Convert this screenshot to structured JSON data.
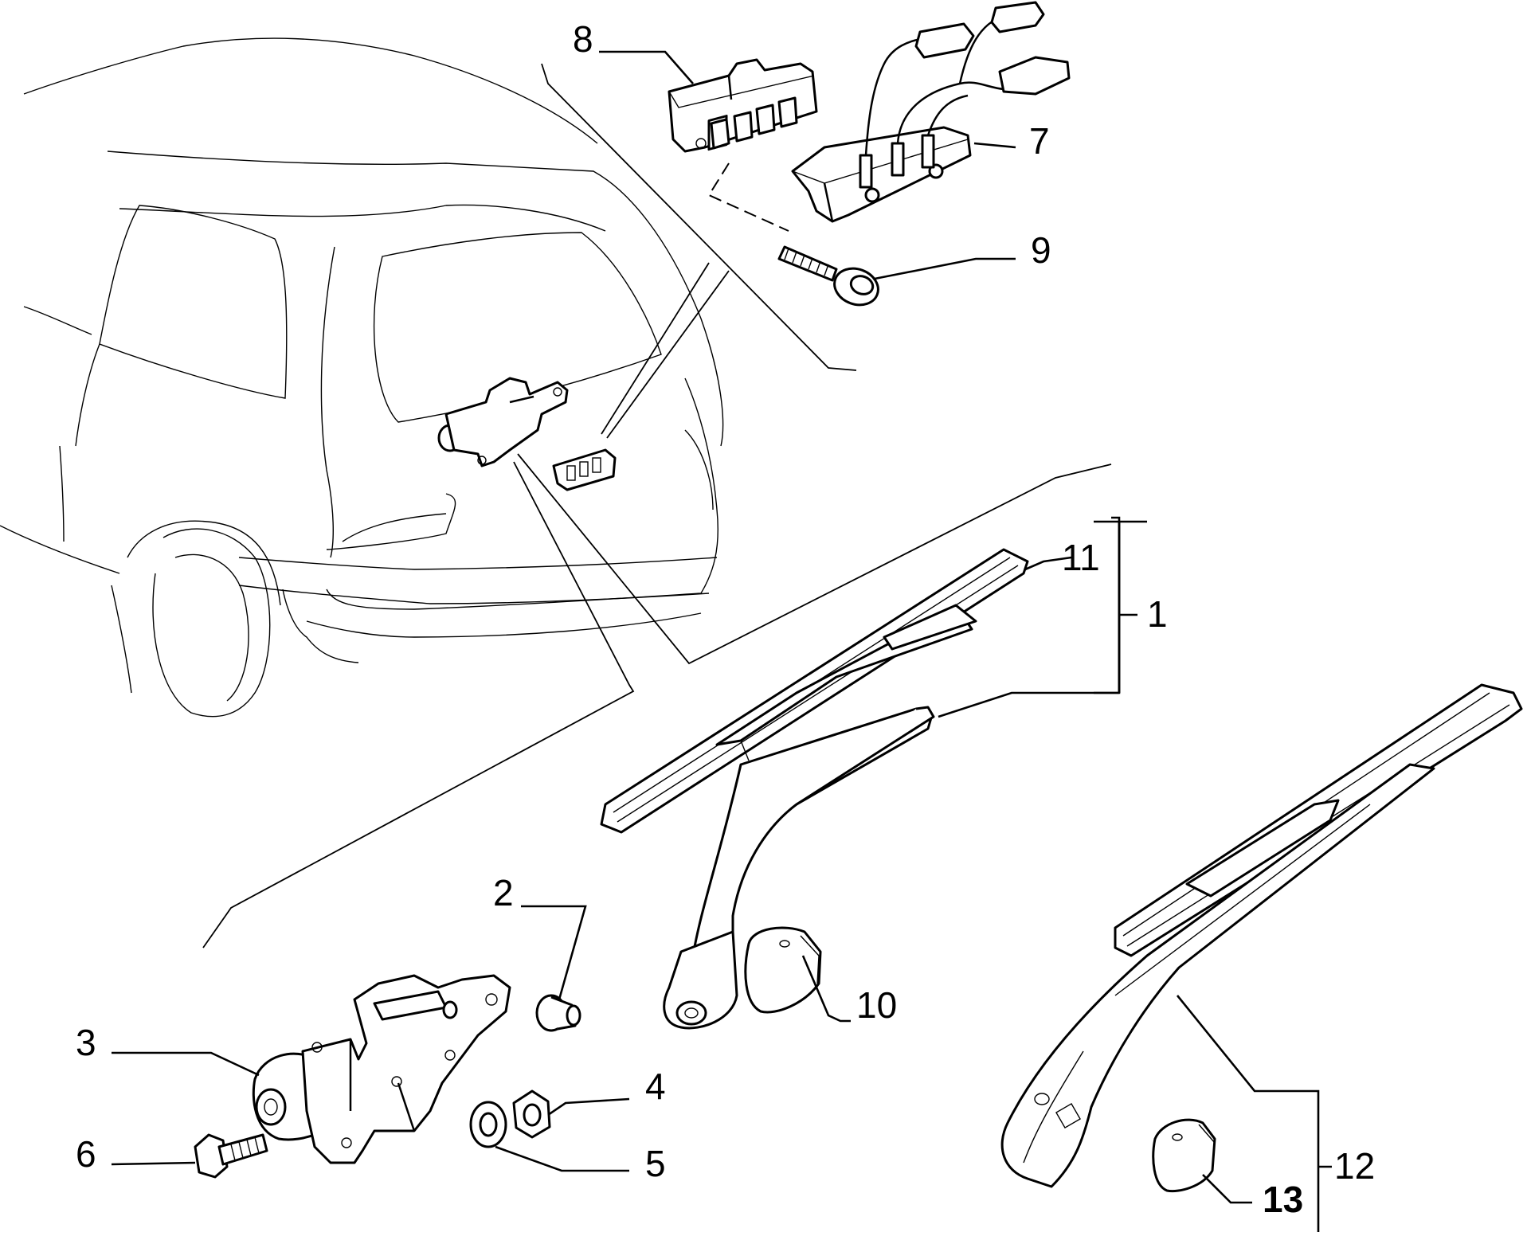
{
  "diagram": {
    "callouts": {
      "p1": "1",
      "p2": "2",
      "p3": "3",
      "p4": "4",
      "p5": "5",
      "p6": "6",
      "p7": "7",
      "p8": "8",
      "p9": "9",
      "p10": "10",
      "p11": "11",
      "p12": "12",
      "p13": "13"
    }
  }
}
